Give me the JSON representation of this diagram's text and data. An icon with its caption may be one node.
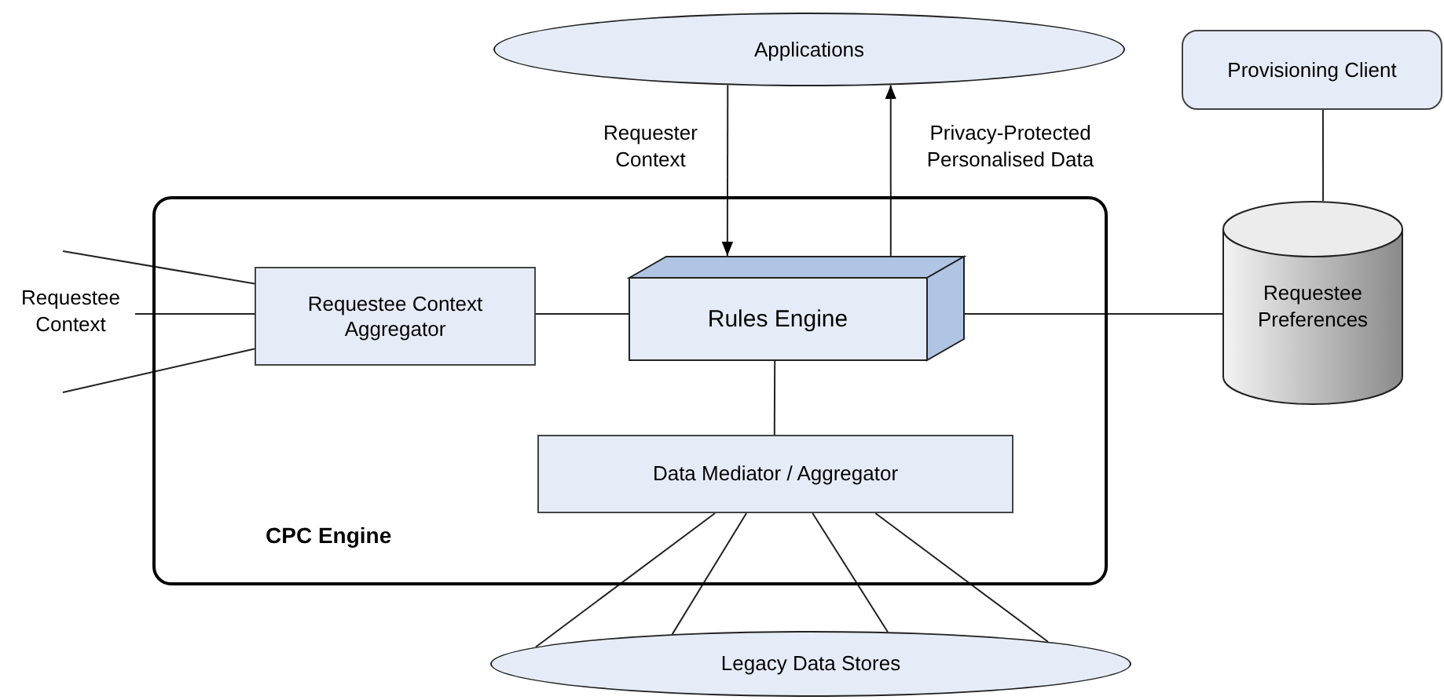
{
  "diagram": {
    "nodes": [
      {
        "text": [
          "Applications"
        ]
      },
      {
        "text": [
          "Provisioning Client"
        ]
      },
      {
        "text": [
          "CPC Engine"
        ]
      },
      {
        "text": [
          "Requestee Context Aggregator"
        ],
        "in": 2
      },
      {
        "text": [
          "Rules Engine"
        ],
        "in": 2
      },
      {
        "text": [
          "Data Mediator / Aggregator"
        ],
        "in": 2
      },
      {
        "text": [
          "Requestee Preferences"
        ]
      },
      {
        "text": [
          "Legacy Data Stores"
        ]
      }
    ],
    "edges": [
      {
        "from": 0,
        "to": 4,
        "arrow": "to",
        "label": "Requester Context"
      },
      {
        "from": 4,
        "to": 0,
        "arrow": "to",
        "label": "Privacy-Protected Personalised Data"
      },
      {
        "from": null,
        "to": 3,
        "arrow": "none"
      },
      {
        "from": null,
        "to": 3,
        "arrow": "none"
      },
      {
        "from": null,
        "to": 3,
        "arrow": "none"
      },
      {
        "from": 3,
        "to": 4,
        "arrow": "none"
      },
      {
        "from": 4,
        "to": 6,
        "arrow": "none"
      },
      {
        "from": 1,
        "to": 6,
        "arrow": "none"
      },
      {
        "from": 4,
        "to": 5,
        "arrow": "none"
      },
      {
        "from": 5,
        "to": 7,
        "arrow": "none"
      },
      {
        "from": 5,
        "to": 7,
        "arrow": "none"
      },
      {
        "from": 5,
        "to": 7,
        "arrow": "none"
      },
      {
        "from": 5,
        "to": 7,
        "arrow": "none"
      }
    ],
    "labels": [
      "Requestee Context"
    ]
  }
}
